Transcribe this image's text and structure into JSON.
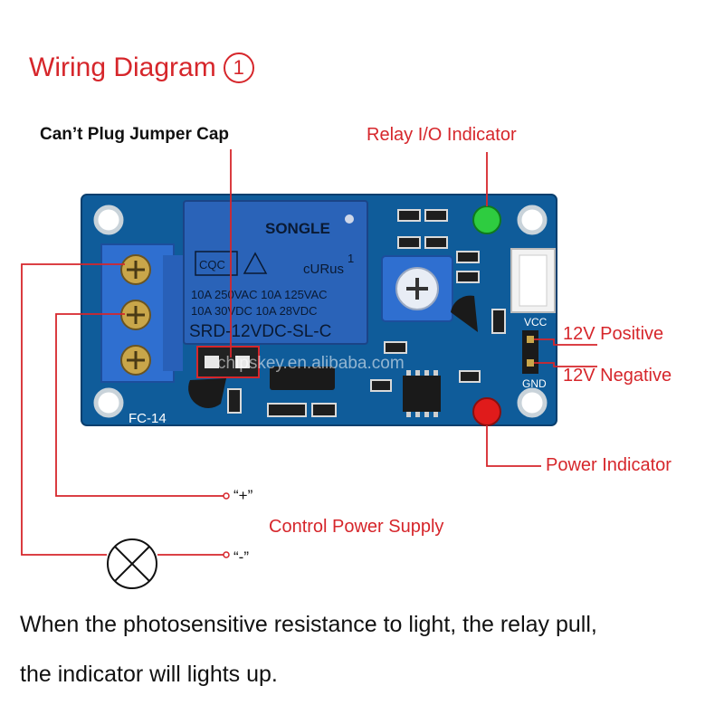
{
  "title": "Wiring Diagram",
  "title_number": "1",
  "labels": {
    "jumper": "Can’t Plug Jumper Cap",
    "relay_indicator": "Relay I/O Indicator",
    "positive": "12V Positive",
    "negative": "12V Negative",
    "power_indicator": "Power Indicator",
    "control_supply": "Control Power Supply",
    "plus": "“+”",
    "minus": "“-”"
  },
  "board": {
    "relay_brand": "SONGLE",
    "relay_line1": "10A 250VAC  10A 125VAC",
    "relay_line2": "10A  30VDC  10A  28VDC",
    "relay_model": "SRD-12VDC-SL-C",
    "board_id": "FC-14",
    "vcc": "VCC",
    "gnd": "GND",
    "watermark": "chipskey.en.alibaba.com",
    "cert_mark": "CQC",
    "relay_pin": "1",
    "ul_mark": "cURus"
  },
  "caption_line1": "When the photosensitive resistance to light, the relay pull,",
  "caption_line2": "the indicator will lights up.",
  "colors": {
    "accent": "#d6262b",
    "pcb": "#0f5c9a",
    "relay": "#2a63b8",
    "terminal": "#2f6fd0"
  }
}
